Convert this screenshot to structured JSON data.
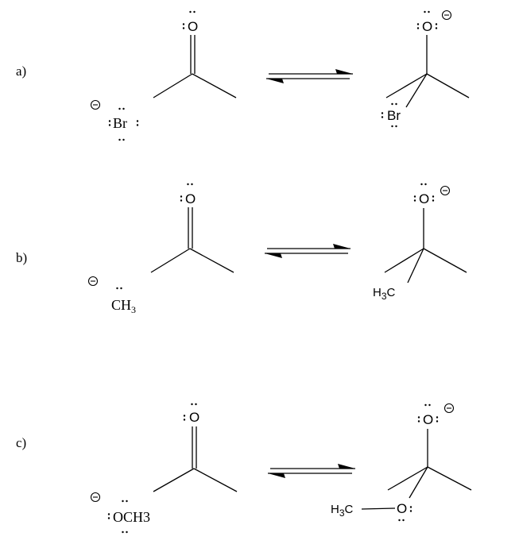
{
  "reactions": [
    {
      "label": "a)",
      "reactant_o": "O",
      "nucleophile": "Br",
      "product_o": "O",
      "product_sub": "Br"
    },
    {
      "label": "b)",
      "reactant_o": "O",
      "nucleophile": [
        "CH",
        "3"
      ],
      "product_o": "O",
      "product_sub": [
        "H",
        "3",
        "C"
      ]
    },
    {
      "label": "c)",
      "reactant_o": "O",
      "nucleophile": "OCH3",
      "product_o": "O",
      "product_sub_o": "O",
      "product_sub": [
        "H",
        "3",
        "C"
      ]
    }
  ]
}
